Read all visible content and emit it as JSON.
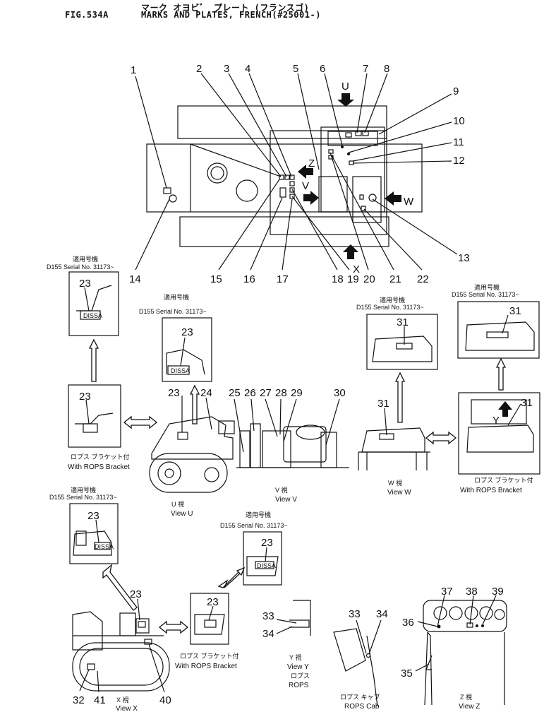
{
  "header": {
    "fig": "FIG.534A",
    "jp_title": "マーク オヨビ゛ プレート (フランスゴ)",
    "title": "MARKS AND PLATES, FRENCH(#25001-)"
  },
  "callouts": [
    "1",
    "2",
    "3",
    "4",
    "5",
    "6",
    "7",
    "8",
    "9",
    "10",
    "11",
    "12",
    "13",
    "14",
    "15",
    "16",
    "17",
    "18",
    "19",
    "20",
    "21",
    "22",
    "23",
    "24",
    "25",
    "26",
    "27",
    "28",
    "29",
    "30",
    "31",
    "32",
    "33",
    "34",
    "35",
    "36",
    "37",
    "38",
    "39",
    "40",
    "41"
  ],
  "view_letters": {
    "u": "U",
    "v": "V",
    "w": "W",
    "x": "X",
    "y": "Y",
    "z": "Z"
  },
  "applicable_jp": "適用号機",
  "serial_text": "D155  Serial  No.  31173~",
  "decal_text": "DISSA",
  "rops_bracket_jp": "ロプス ブラケット付",
  "rops_bracket_en": "With ROPS Bracket",
  "views": {
    "u_jp": "U 視",
    "u_en": "View U",
    "v_jp": "V 視",
    "v_en": "View V",
    "w_jp": "W 視",
    "w_en": "View W",
    "x_jp": "X 視",
    "x_en": "View X",
    "y_jp": "Y 視",
    "y_en": "View Y",
    "y_rops_jp": "ロプス",
    "y_rops_en": "ROPS",
    "cab_jp": "ロプス キャブ",
    "cab_en": "ROPS Cab",
    "z_jp": "Z 視",
    "z_en": "View Z"
  }
}
